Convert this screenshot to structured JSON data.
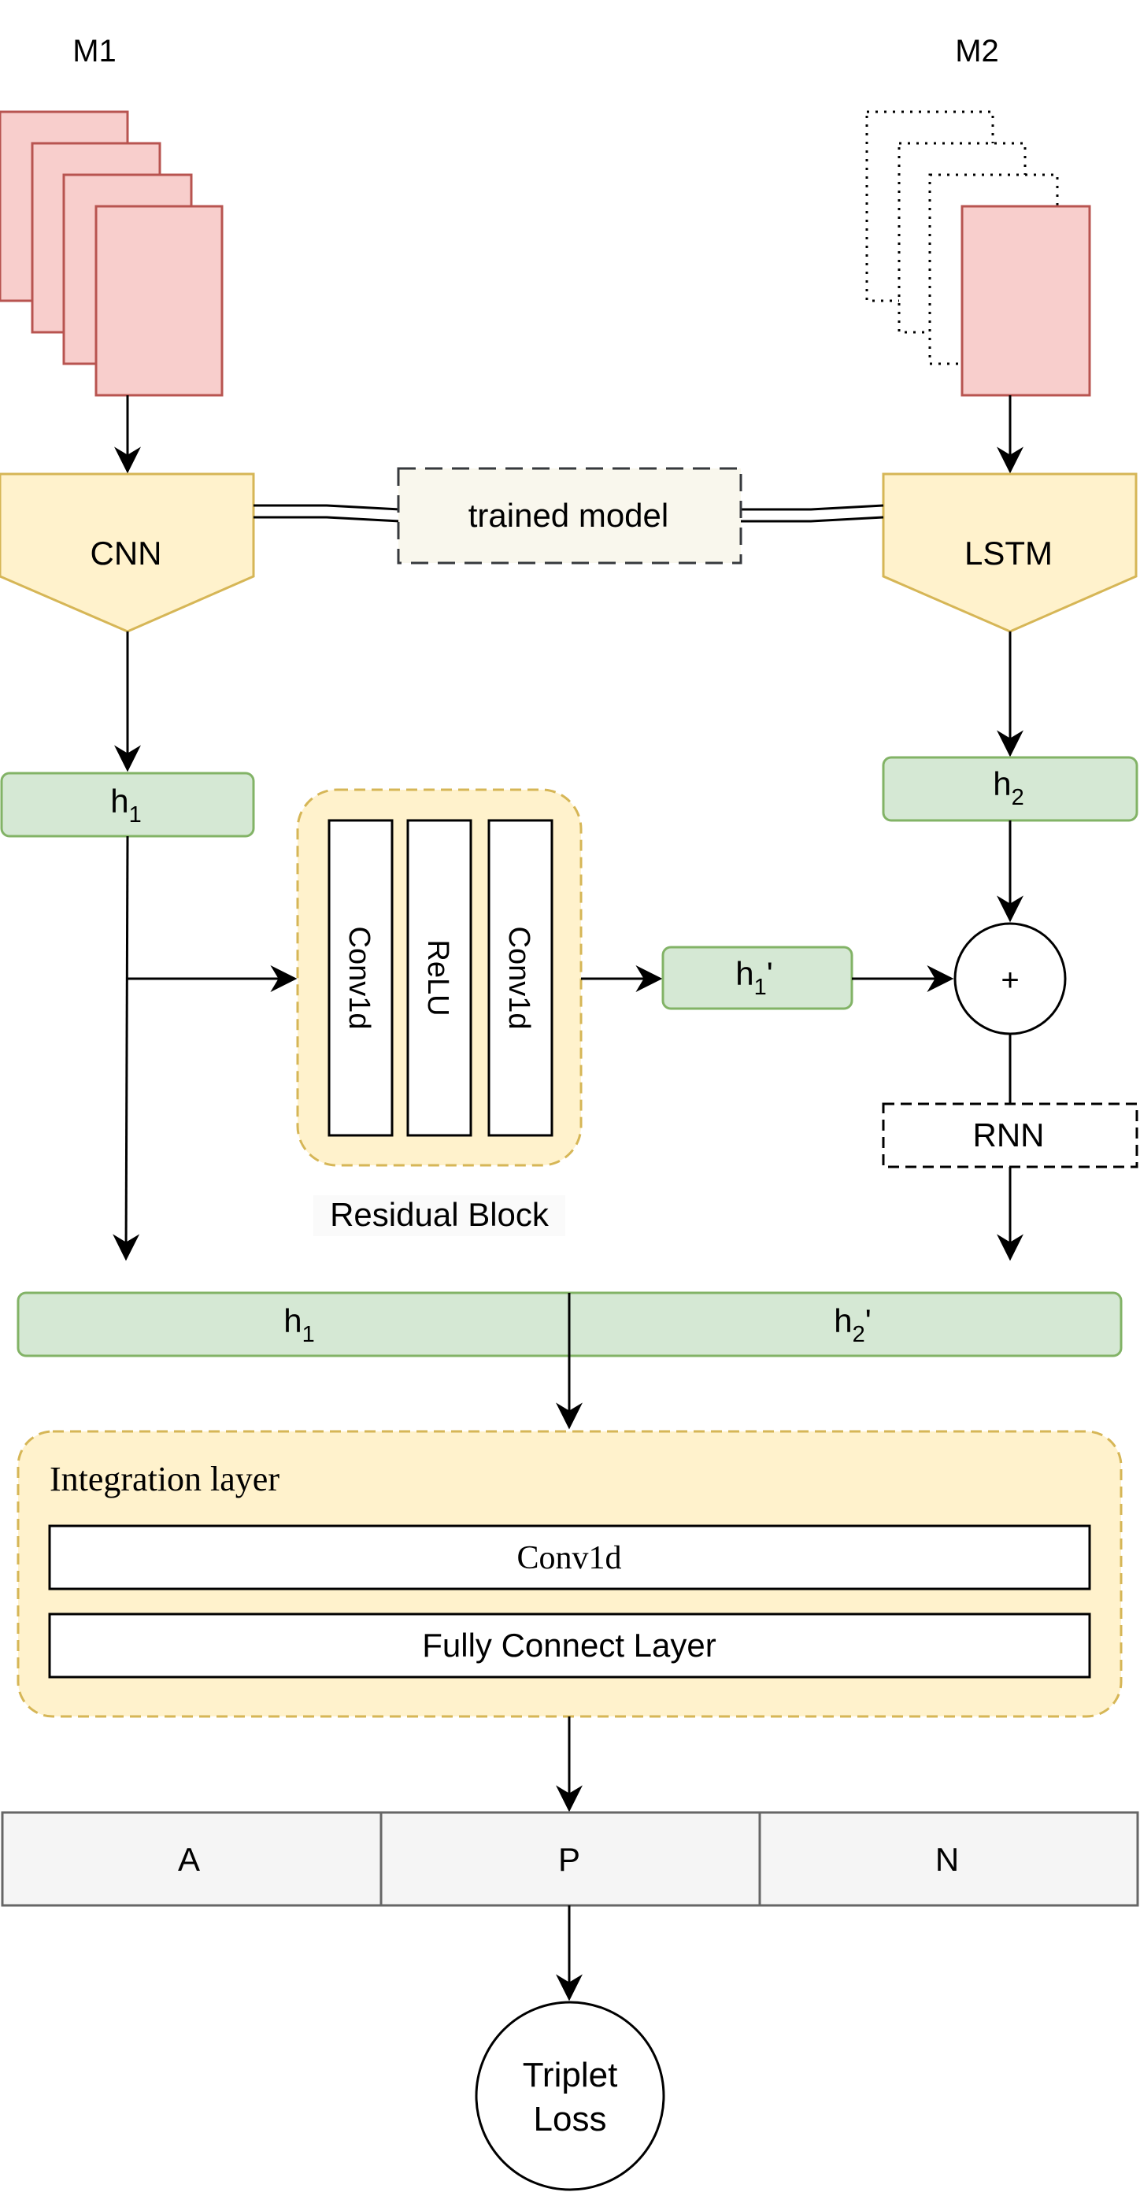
{
  "labels": {
    "m1": "M1",
    "m2": "M2",
    "cnn": "CNN",
    "lstm": "LSTM",
    "trained_model": "trained model",
    "h1": "h",
    "h1_sub": "1",
    "h2": "h",
    "h2_sub": "2",
    "conv1d_a": "Conv1d",
    "relu": "ReLU",
    "conv1d_b": "Conv1d",
    "h1_prime": "h",
    "h1_prime_sub": "1",
    "h1_prime_mark": "'",
    "plus": "+",
    "rnn": "RNN",
    "residual_block": "Residual Block",
    "concat_h1": "h",
    "concat_h1_sub": "1",
    "concat_h2": "h",
    "concat_h2_sub": "2",
    "concat_h2_mark": "'",
    "integration_layer": "Integration layer",
    "integration_conv1d": "Conv1d",
    "fully_connect": "Fully Connect Layer",
    "anchor": "A",
    "positive": "P",
    "negative": "N",
    "triplet": "Triplet",
    "loss": "Loss"
  },
  "colors": {
    "pink_fill": "#f8cecc",
    "pink_stroke": "#b85450",
    "yellow_fill": "#fff2cc",
    "yellow_stroke": "#d6b656",
    "green_fill": "#d5e8d4",
    "green_stroke": "#82b366",
    "gray_fill": "#f5f5f5",
    "gray_stroke": "#666666",
    "trained_fill": "#f9f7ed",
    "trained_stroke": "#36393d"
  }
}
